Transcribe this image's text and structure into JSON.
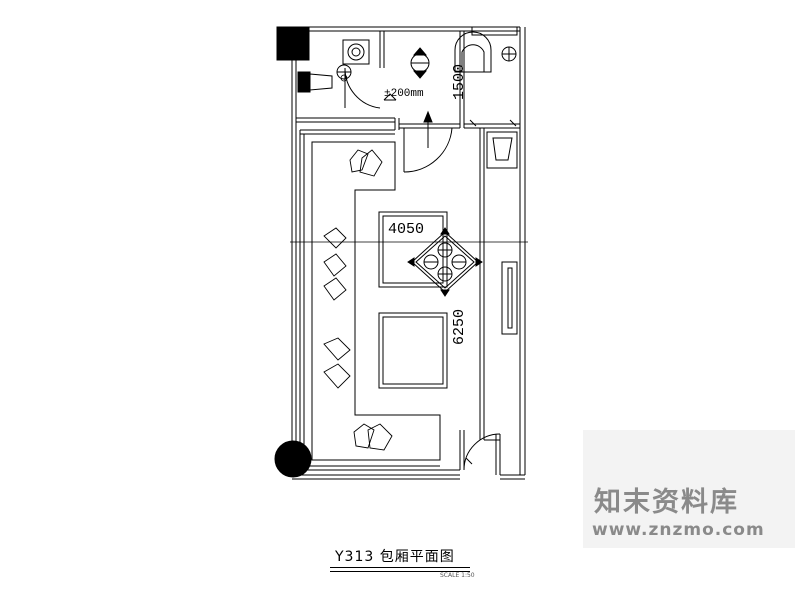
{
  "drawing": {
    "elevation_label": "±200mm",
    "dim_vertical_upper": "1500",
    "dim_width": "4050",
    "dim_vertical_lower": "6250",
    "caption": "Y313 包厢平面图",
    "scale_note": "SCALE 1:50"
  },
  "watermark": {
    "logo_text": "知末资料库",
    "url_text": "www.znzmo.com"
  }
}
